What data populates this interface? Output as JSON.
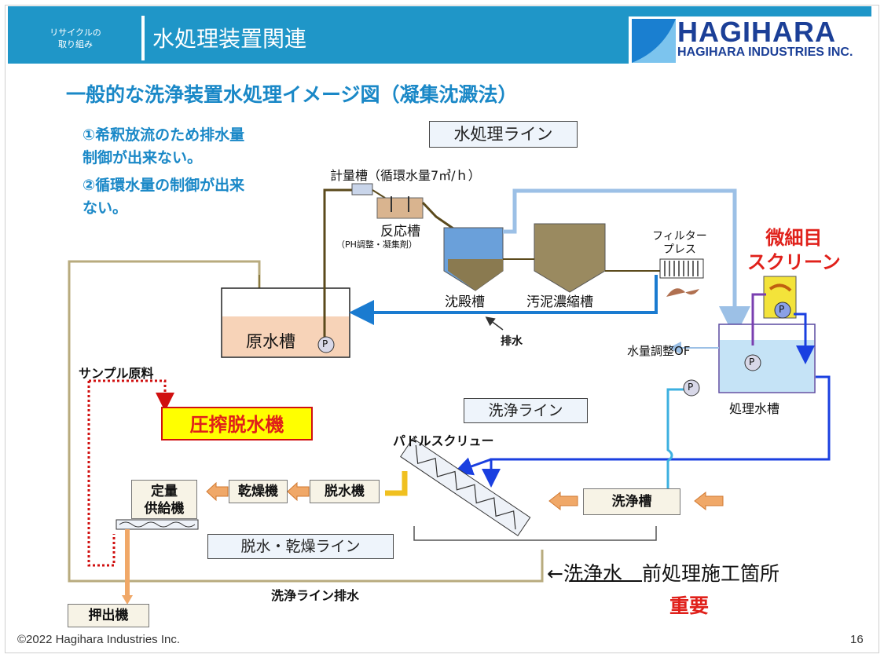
{
  "header": {
    "section": "リサイクルの\n取り組み",
    "title": "水処理装置関連",
    "logo_main": "HAGIHARA",
    "logo_sub": "HAGIHARA INDUSTRIES INC."
  },
  "subtitle": "一般的な洗浄装置水処理イメージ図（凝集沈澱法）",
  "notes": [
    "①希釈放流のため排水量制御が出来ない。",
    "②循環水量の制御が出来ない。"
  ],
  "diagram": {
    "water_line": "水処理ライン",
    "metering_tank": "計量槽（循環水量7㎥/ｈ）",
    "reaction_tank": "反応槽",
    "reaction_note": "（PH調整・凝集剤）",
    "settling_tank": "沈殿槽",
    "sludge_tank": "汚泥濃縮槽",
    "filter_press": "フィルター\nプレス",
    "fine_screen": "微細目\nスクリーン",
    "raw_tank": "原水槽",
    "drain": "排水",
    "level_of": "水量調整OF",
    "treated_tank": "処理水槽",
    "sample": "サンプル原料",
    "press": "圧搾脱水機",
    "wash_line": "洗浄ライン",
    "paddle": "パドルスクリュー",
    "wash_tank": "洗浄槽",
    "dehydrator": "脱水機",
    "dryer": "乾燥機",
    "feeder": "定量\n供給機",
    "dry_line": "脱水・乾燥ライン",
    "extruder": "押出機",
    "wash_drain": "洗浄ライン排水",
    "pretreat": "←洗浄水　前処理施工箇所",
    "important": "重要",
    "pump": "P"
  },
  "footer": {
    "copyright": "©2022 Hagihara Industries Inc.",
    "page": "16"
  },
  "colors": {
    "header": "#1f96c8",
    "accent_text": "#1a88c7",
    "important": "#e0201a",
    "circulation": "#1a3fe0"
  }
}
